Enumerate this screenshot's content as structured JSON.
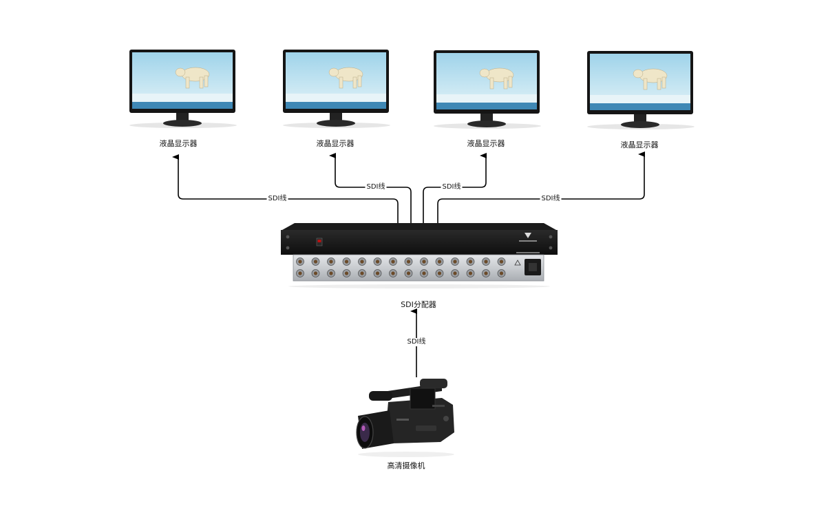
{
  "monitors": [
    {
      "label": "液晶显示器"
    },
    {
      "label": "液晶显示器"
    },
    {
      "label": "液晶显示器"
    },
    {
      "label": "液晶显示器"
    }
  ],
  "cables": {
    "outer_left": "SDI线",
    "inner_left": "SDI线",
    "inner_right": "SDI线",
    "outer_right": "SDI线",
    "input": "SDI线"
  },
  "splitter": {
    "label": "SDI分配器"
  },
  "camera": {
    "label": "高清摄像机"
  },
  "colors": {
    "line": "#000000",
    "chassis": "#141414",
    "panel": "#c9ccd0",
    "screen_sky": "#9fd3ea",
    "ice": "#e8f4f8"
  }
}
